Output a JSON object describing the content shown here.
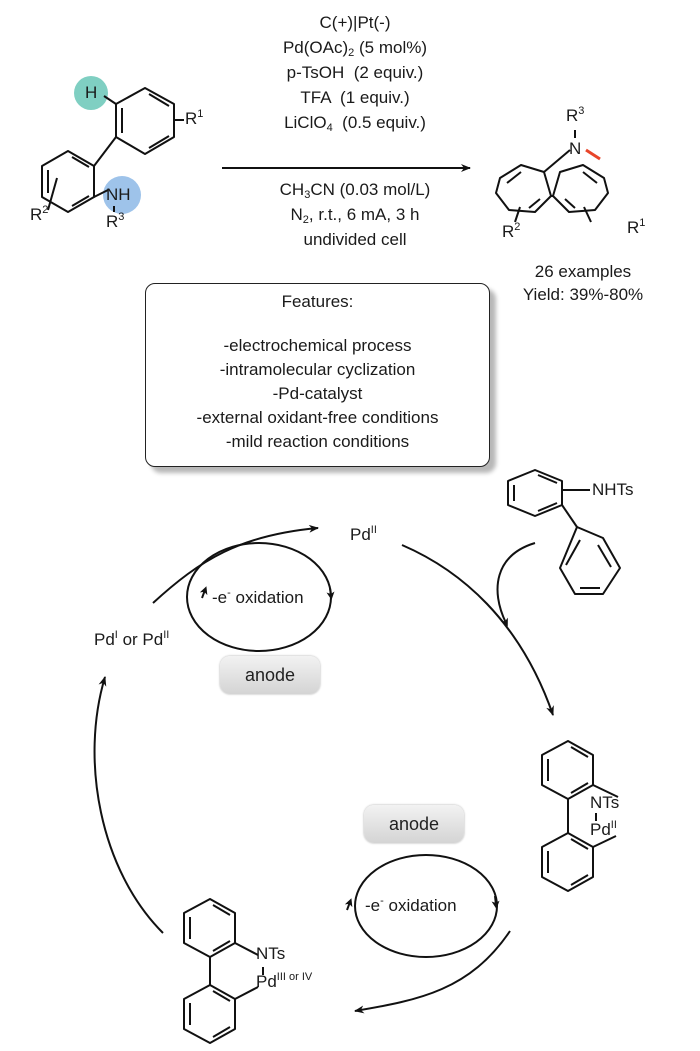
{
  "reaction": {
    "conditions_above": [
      "C(+)|Pt(-)",
      "Pd(OAc)",
      "p-TsOH  (2 equiv.)",
      "TFA  (1 equiv.)",
      "LiClO",
      "(0.5 equiv.)"
    ],
    "pdoac_sub": "2",
    "pdoac_rest": " (5 mol%)",
    "liclo_sub": "4",
    "conditions_below": {
      "solvent_a": "CH",
      "solvent_sub": "3",
      "solvent_b": "CN (0.03 mol/L)",
      "atm_a": "N",
      "atm_sub": "2",
      "atm_b": ", r.t., 6 mA, 3 h",
      "cell": "undivided cell"
    },
    "substrate": {
      "H": "H",
      "NH": "NH",
      "R1": "R",
      "R1_sup": "1",
      "R2": "R",
      "R2_sup": "2",
      "R3": "R",
      "R3_sup": "3"
    },
    "product": {
      "N": "N",
      "R1": "R",
      "R1_sup": "1",
      "R2": "R",
      "R2_sup": "2",
      "R3": "R",
      "R3_sup": "3"
    },
    "examples": "26 examples",
    "yield": "Yield: 39%-80%",
    "colors": {
      "H_highlight": "#7fcfc2",
      "NH_highlight": "#9ec3ea",
      "new_bond": "#e8452a"
    }
  },
  "features": {
    "title": "Features:",
    "items": [
      "-electrochemical process",
      "-intramolecular cyclization",
      "-Pd-catalyst",
      "-external oxidant-free conditions",
      "-mild reaction conditions"
    ]
  },
  "cycle": {
    "pd2": {
      "base": "Pd",
      "sup": "II"
    },
    "pd1_or_pd2": {
      "a": "Pd",
      "a_sup": "I",
      "mid": " or Pd",
      "b_sup": "II"
    },
    "substrate_label": "NHTs",
    "intermediate1": {
      "nts": "NTs",
      "pd": "Pd",
      "sup": "II"
    },
    "intermediate2": {
      "nts": "NTs",
      "pd": "Pd",
      "sup": "III or IV"
    },
    "oxidation_top": {
      "a": "-e",
      "sup": "-",
      "b": " oxidation"
    },
    "oxidation_bottom": {
      "a": "-e",
      "sup": "-",
      "b": " oxidation"
    },
    "anode_top": "anode",
    "anode_bottom": "anode"
  }
}
